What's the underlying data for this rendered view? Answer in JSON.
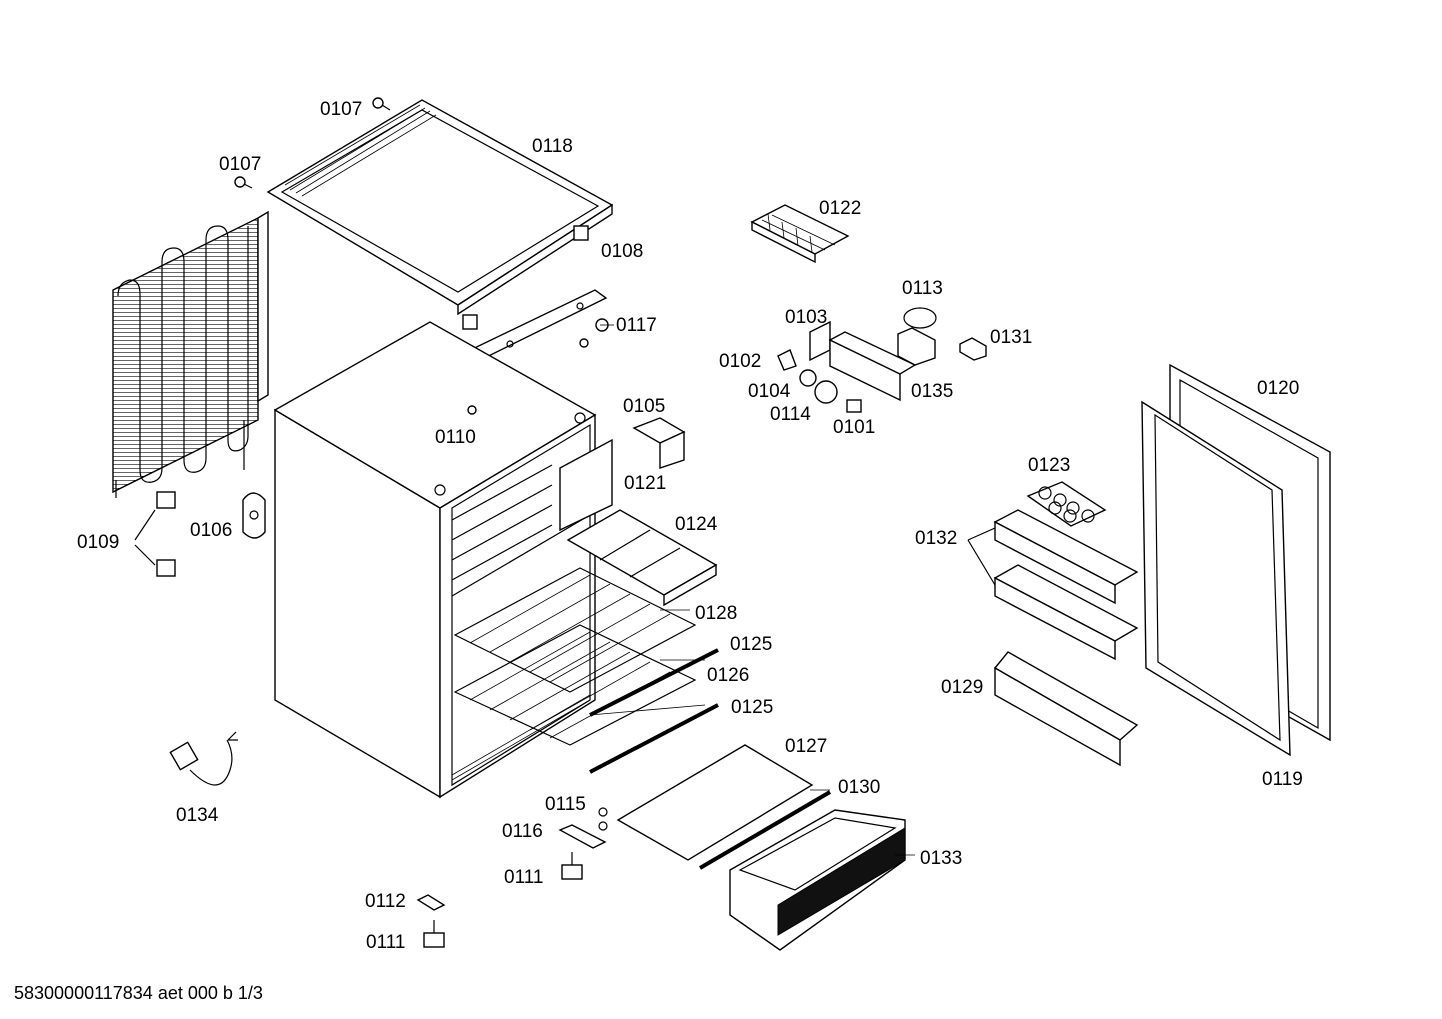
{
  "labels": {
    "p0107a": "0107",
    "p0107b": "0107",
    "p0118": "0118",
    "p0108": "0108",
    "p0117": "0117",
    "p0110": "0110",
    "p0105": "0105",
    "p0121": "0121",
    "p0124": "0124",
    "p0128": "0128",
    "p0125a": "0125",
    "p0126": "0126",
    "p0125b": "0125",
    "p0127": "0127",
    "p0130": "0130",
    "p0133": "0133",
    "p0115": "0115",
    "p0116": "0116",
    "p0111a": "0111",
    "p0112": "0112",
    "p0111b": "0111",
    "p0109": "0109",
    "p0106": "0106",
    "p0134": "0134",
    "p0122": "0122",
    "p0113": "0113",
    "p0103": "0103",
    "p0131": "0131",
    "p0102": "0102",
    "p0104": "0104",
    "p0114": "0114",
    "p0101": "0101",
    "p0135": "0135",
    "p0120": "0120",
    "p0123": "0123",
    "p0132": "0132",
    "p0129": "0129",
    "p0119": "0119"
  },
  "footer": "58300000117834 aet 000 b 1/3"
}
